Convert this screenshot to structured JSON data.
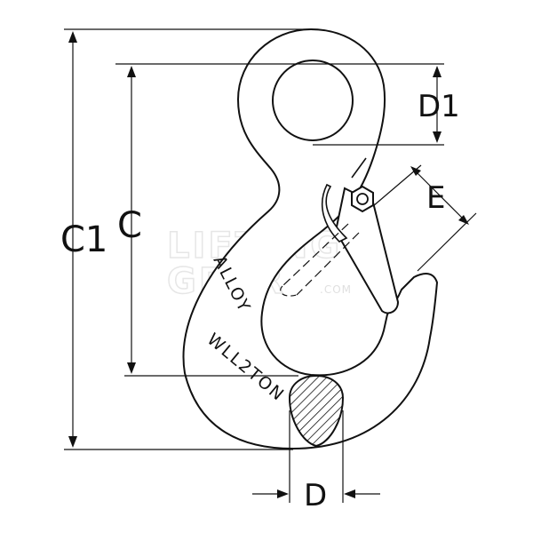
{
  "labels": {
    "c1": "C1",
    "c": "C",
    "d1": "D1",
    "d": "D",
    "e": "E"
  },
  "engraving": {
    "material": "ALLOY",
    "wll": "WLL2TON"
  },
  "watermark": {
    "line1": "LIFTING",
    "line2": "GEAR",
    "suffix": ".COM"
  },
  "colors": {
    "line": "#111111",
    "background": "#ffffff",
    "watermark": "#e6e6e6"
  }
}
